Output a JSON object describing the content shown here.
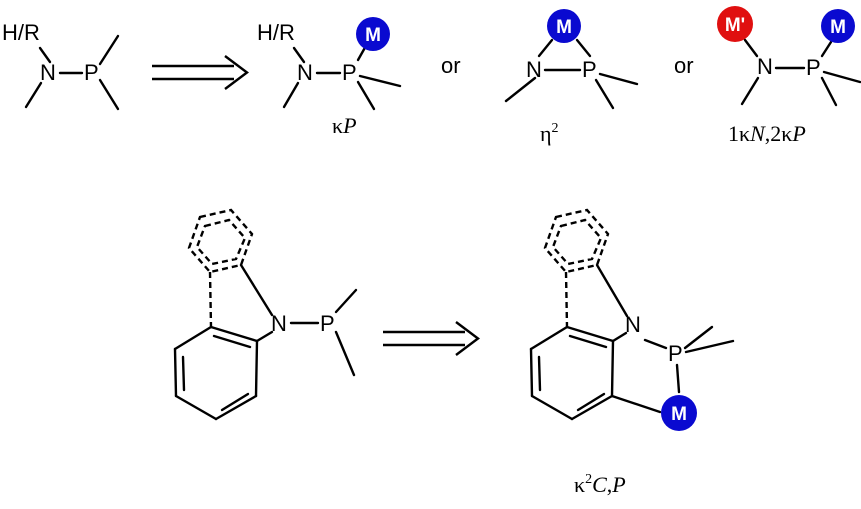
{
  "atoms": {
    "hr": "H/R",
    "n": "N",
    "p": "P"
  },
  "metals": {
    "m": "M",
    "m_prime": "M'",
    "m_color": "#0a0ad0",
    "m_prime_color": "#e01010"
  },
  "connectors": {
    "or": "or"
  },
  "labels": {
    "kappa_p": {
      "kappa": "κ",
      "p": "P"
    },
    "eta2": {
      "eta": "η",
      "sup": "2"
    },
    "bridging": {
      "pre": "1κ",
      "n": "N",
      "mid": ",2κ",
      "p": "P"
    },
    "kappa2_cp": {
      "kappa": "κ",
      "sup": "2",
      "c": "C",
      "comma": ",",
      "p": "P"
    }
  }
}
